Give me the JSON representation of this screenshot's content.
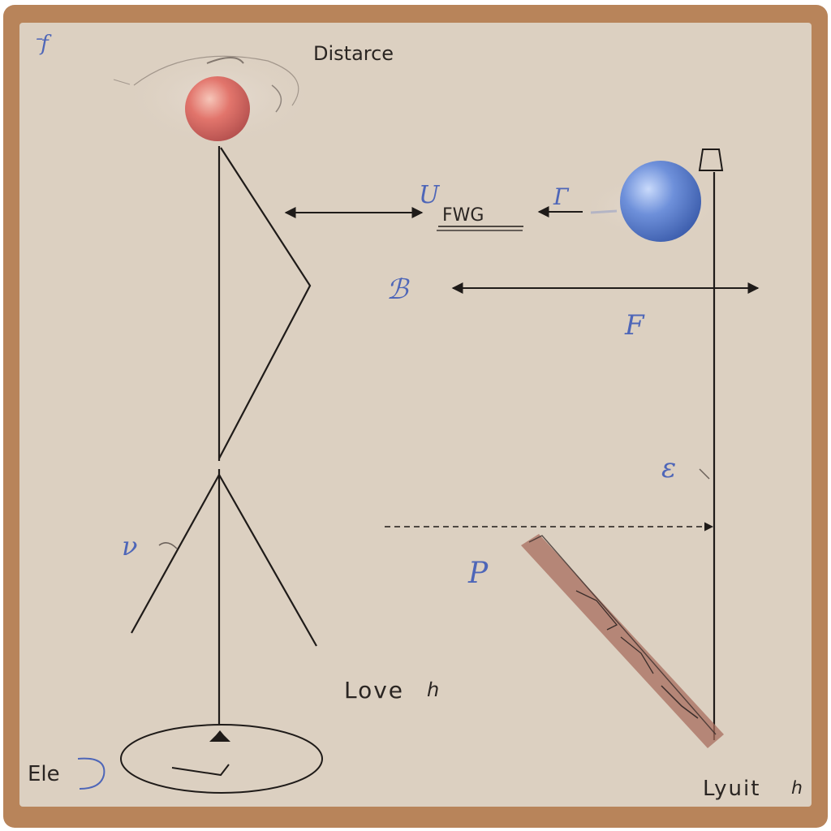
{
  "title": "Distarce",
  "labels": {
    "top_left": "ᐨf",
    "fwg": "FWG",
    "fwg_prefix": "U",
    "arrow_sym": "Г",
    "left_mid": "ℬ",
    "f": "F",
    "e": "ε",
    "p": "P",
    "v": "ν",
    "love": "Love",
    "love_suffix": "ℎ",
    "ele": "Ele",
    "lyuit": "Lyuit",
    "lyuit_suffix": "ℎ"
  },
  "colors": {
    "frame": "#b8845a",
    "paper": "#dcd0c1",
    "ink": "#1f1b19",
    "blue_ink": "#4e66b8",
    "red_ball": "#e2756c",
    "blue_ball": "#6e90da",
    "rod": "#a86e5e"
  }
}
